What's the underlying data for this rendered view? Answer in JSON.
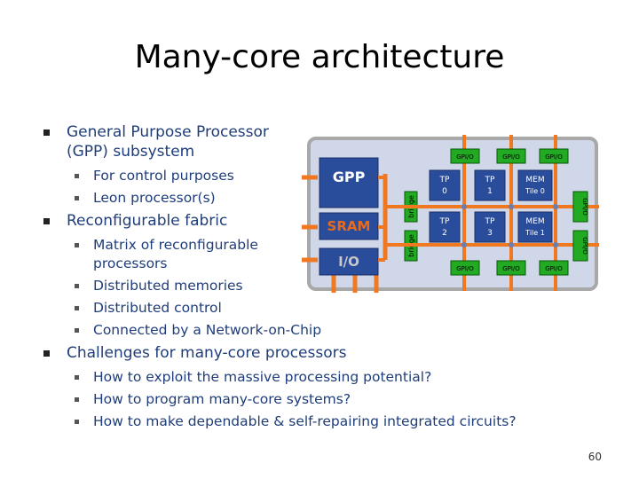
{
  "title": "Many-core architecture",
  "bullets": [
    {
      "text": "General Purpose Processor (GPP) subsystem",
      "children": [
        "For control purposes",
        "Leon processor(s)"
      ]
    },
    {
      "text": "Reconfigurable fabric",
      "children": [
        "Matrix of reconfigurable processors",
        "Distributed memories",
        "Distributed control",
        "Connected by a Network-on-Chip"
      ]
    },
    {
      "text": "Challenges for many-core processors",
      "children": [
        "How to exploit the massive processing potential?",
        "How to program many-core systems?",
        "How to make dependable & self-repairing integrated circuits?"
      ]
    }
  ],
  "diagram": {
    "gpp": "GPP",
    "sram": "SRAM",
    "io": "I/O",
    "bridge": "bridge",
    "gpio": "GPI/O",
    "tiles": {
      "tp0": [
        "TP",
        "0"
      ],
      "tp1": [
        "TP",
        "1"
      ],
      "tp2": [
        "TP",
        "2"
      ],
      "tp3": [
        "TP",
        "3"
      ],
      "mem0": [
        "MEM",
        "Tile 0"
      ],
      "mem1": [
        "MEM",
        "Tile 1"
      ]
    },
    "colors": {
      "frame": "#b0b0b0",
      "panel": "#cfd7e8",
      "block_blue": "#2a4d9b",
      "block_gray": "#c8c8c8",
      "sram_orange": "#e86a1a",
      "wire_orange": "#f07820",
      "gpio_green": "#22aa22",
      "bridge_green": "#22aa22"
    }
  },
  "page_number": "60"
}
